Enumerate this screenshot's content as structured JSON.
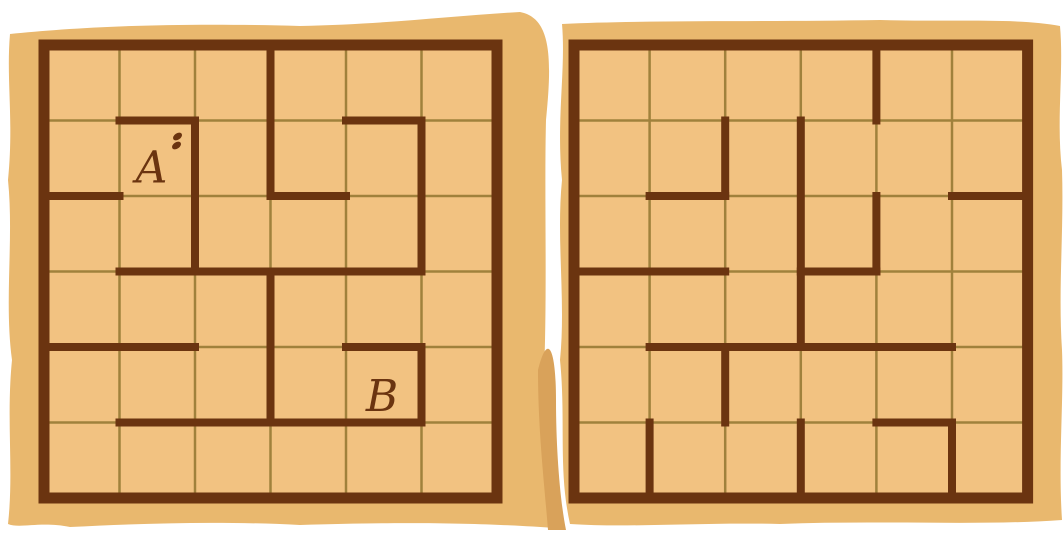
{
  "puzzle": {
    "type": "maze-pair",
    "grid_size": {
      "cols": 6,
      "rows": 6
    },
    "colors": {
      "parchment": "#e9b86e",
      "parchment_edge": "#d9a25a",
      "cell_fill": "#f2c281",
      "grid_line": "#a0813c",
      "wall": "#6b3410"
    },
    "left_maze": {
      "start_label": "A",
      "start_cell": {
        "col": 1,
        "row": 1
      },
      "start_icon": "footprints-icon",
      "end_label": "B",
      "end_cell": {
        "col": 4,
        "row": 4
      },
      "walls": [
        [
          1,
          1,
          2,
          1
        ],
        [
          2,
          1,
          2,
          3
        ],
        [
          0,
          2,
          1,
          2
        ],
        [
          1,
          3,
          5,
          3
        ],
        [
          3,
          0,
          3,
          2
        ],
        [
          3,
          2,
          4,
          2
        ],
        [
          4,
          1,
          5,
          1
        ],
        [
          5,
          1,
          5,
          3
        ],
        [
          3,
          3,
          3,
          5
        ],
        [
          0,
          4,
          2,
          4
        ],
        [
          4,
          4,
          5,
          4
        ],
        [
          5,
          4,
          5,
          5
        ],
        [
          1,
          5,
          5,
          5
        ]
      ]
    },
    "right_maze": {
      "walls": [
        [
          4,
          0,
          4,
          1
        ],
        [
          2,
          1,
          2,
          2
        ],
        [
          1,
          2,
          2,
          2
        ],
        [
          3,
          1,
          3,
          4
        ],
        [
          3,
          3,
          4,
          3
        ],
        [
          4,
          2,
          4,
          3
        ],
        [
          5,
          2,
          6,
          2
        ],
        [
          0,
          3,
          2,
          3
        ],
        [
          1,
          4,
          5,
          4
        ],
        [
          2,
          4,
          2,
          5
        ],
        [
          1,
          5,
          1,
          6
        ],
        [
          3,
          5,
          3,
          6
        ],
        [
          4,
          5,
          5,
          5
        ],
        [
          5,
          5,
          5,
          6
        ]
      ]
    }
  }
}
